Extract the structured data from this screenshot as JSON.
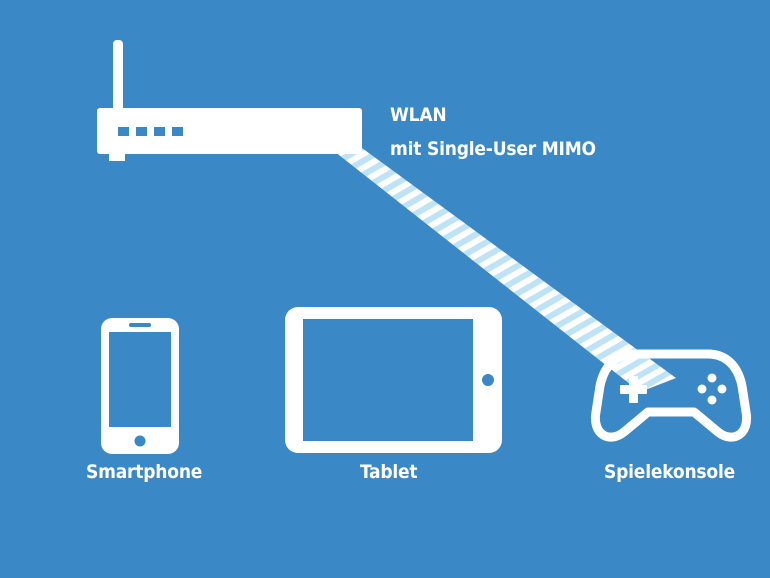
{
  "colors": {
    "background": "#3a88c5",
    "foreground": "#ffffff",
    "stripe_light": "#bfe3f6"
  },
  "connection": {
    "title": "WLAN",
    "subtitle": "mit Single-User MIMO"
  },
  "devices": {
    "router": {
      "icon": "router-icon"
    },
    "smartphone": {
      "icon": "smartphone-icon",
      "label": "Smartphone"
    },
    "tablet": {
      "icon": "tablet-icon",
      "label": "Tablet"
    },
    "console": {
      "icon": "gamepad-icon",
      "label": "Spielekonsole"
    }
  }
}
